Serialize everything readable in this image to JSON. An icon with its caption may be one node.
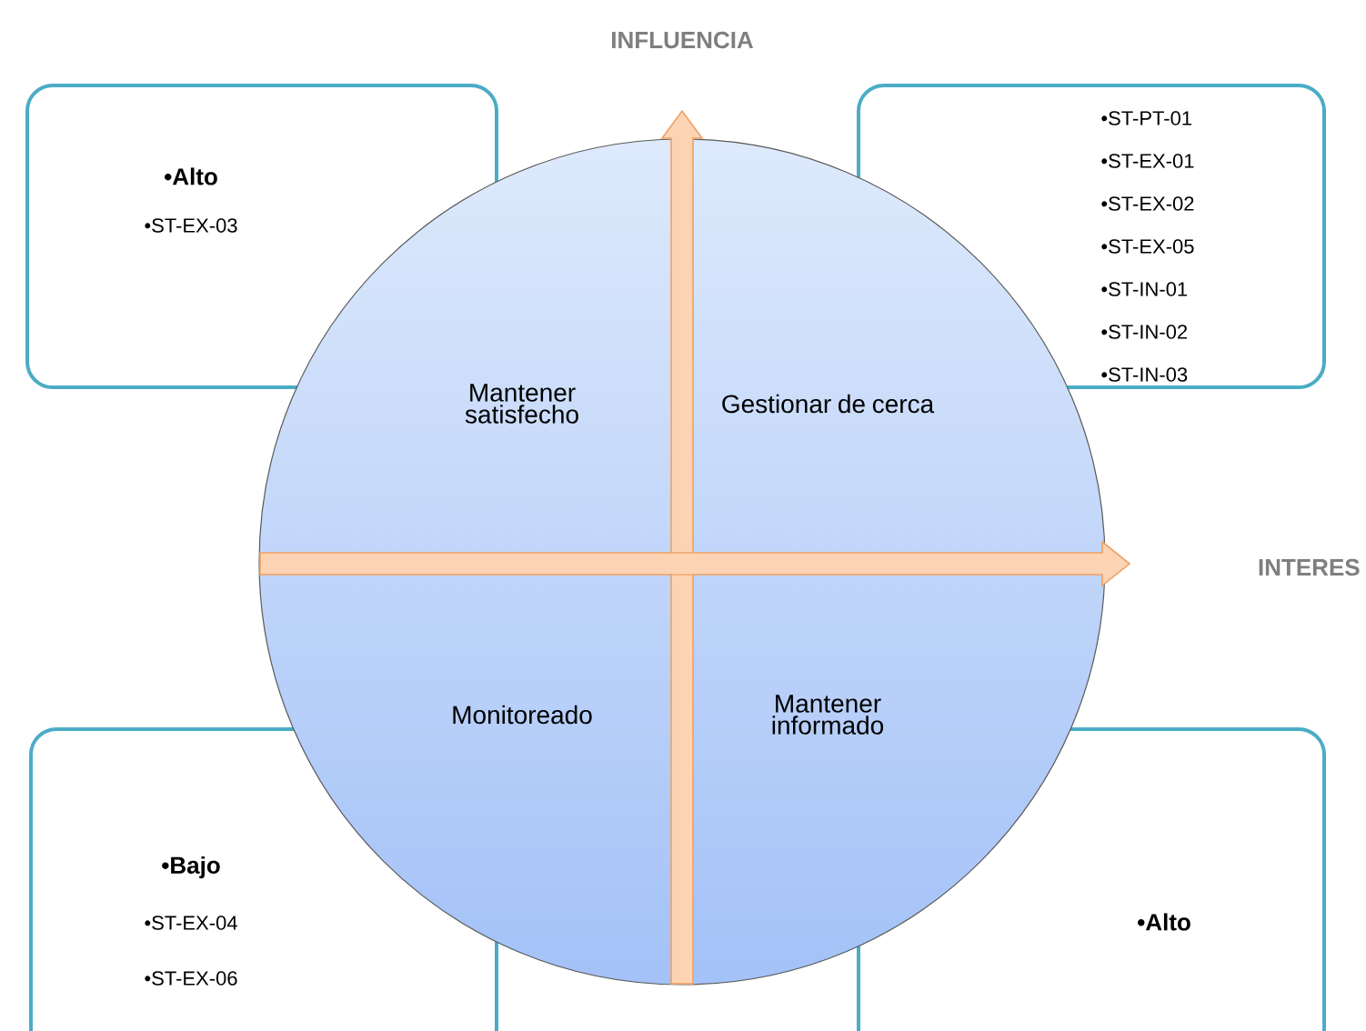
{
  "diagram": {
    "nodes": [
      {
        "text": [
          "•Alto",
          "•ST-EX-03"
        ]
      },
      {
        "text": [
          "•ST-PT-01",
          "•ST-EX-01",
          "•ST-EX-02",
          "•ST-EX-05",
          "•ST-IN-01",
          "•ST-IN-02",
          "•ST-IN-03"
        ]
      },
      {
        "text": [
          "Mantener satisfecho",
          "Gestionar de cerca",
          "Monitoreado",
          "Mantener informado"
        ]
      },
      {
        "text": [
          "•Bajo",
          "•ST-EX-04",
          "•ST-EX-06"
        ]
      },
      {
        "text": [
          "•Alto"
        ]
      }
    ],
    "labels": [
      "INFLUENCIA",
      "INTERES"
    ]
  }
}
